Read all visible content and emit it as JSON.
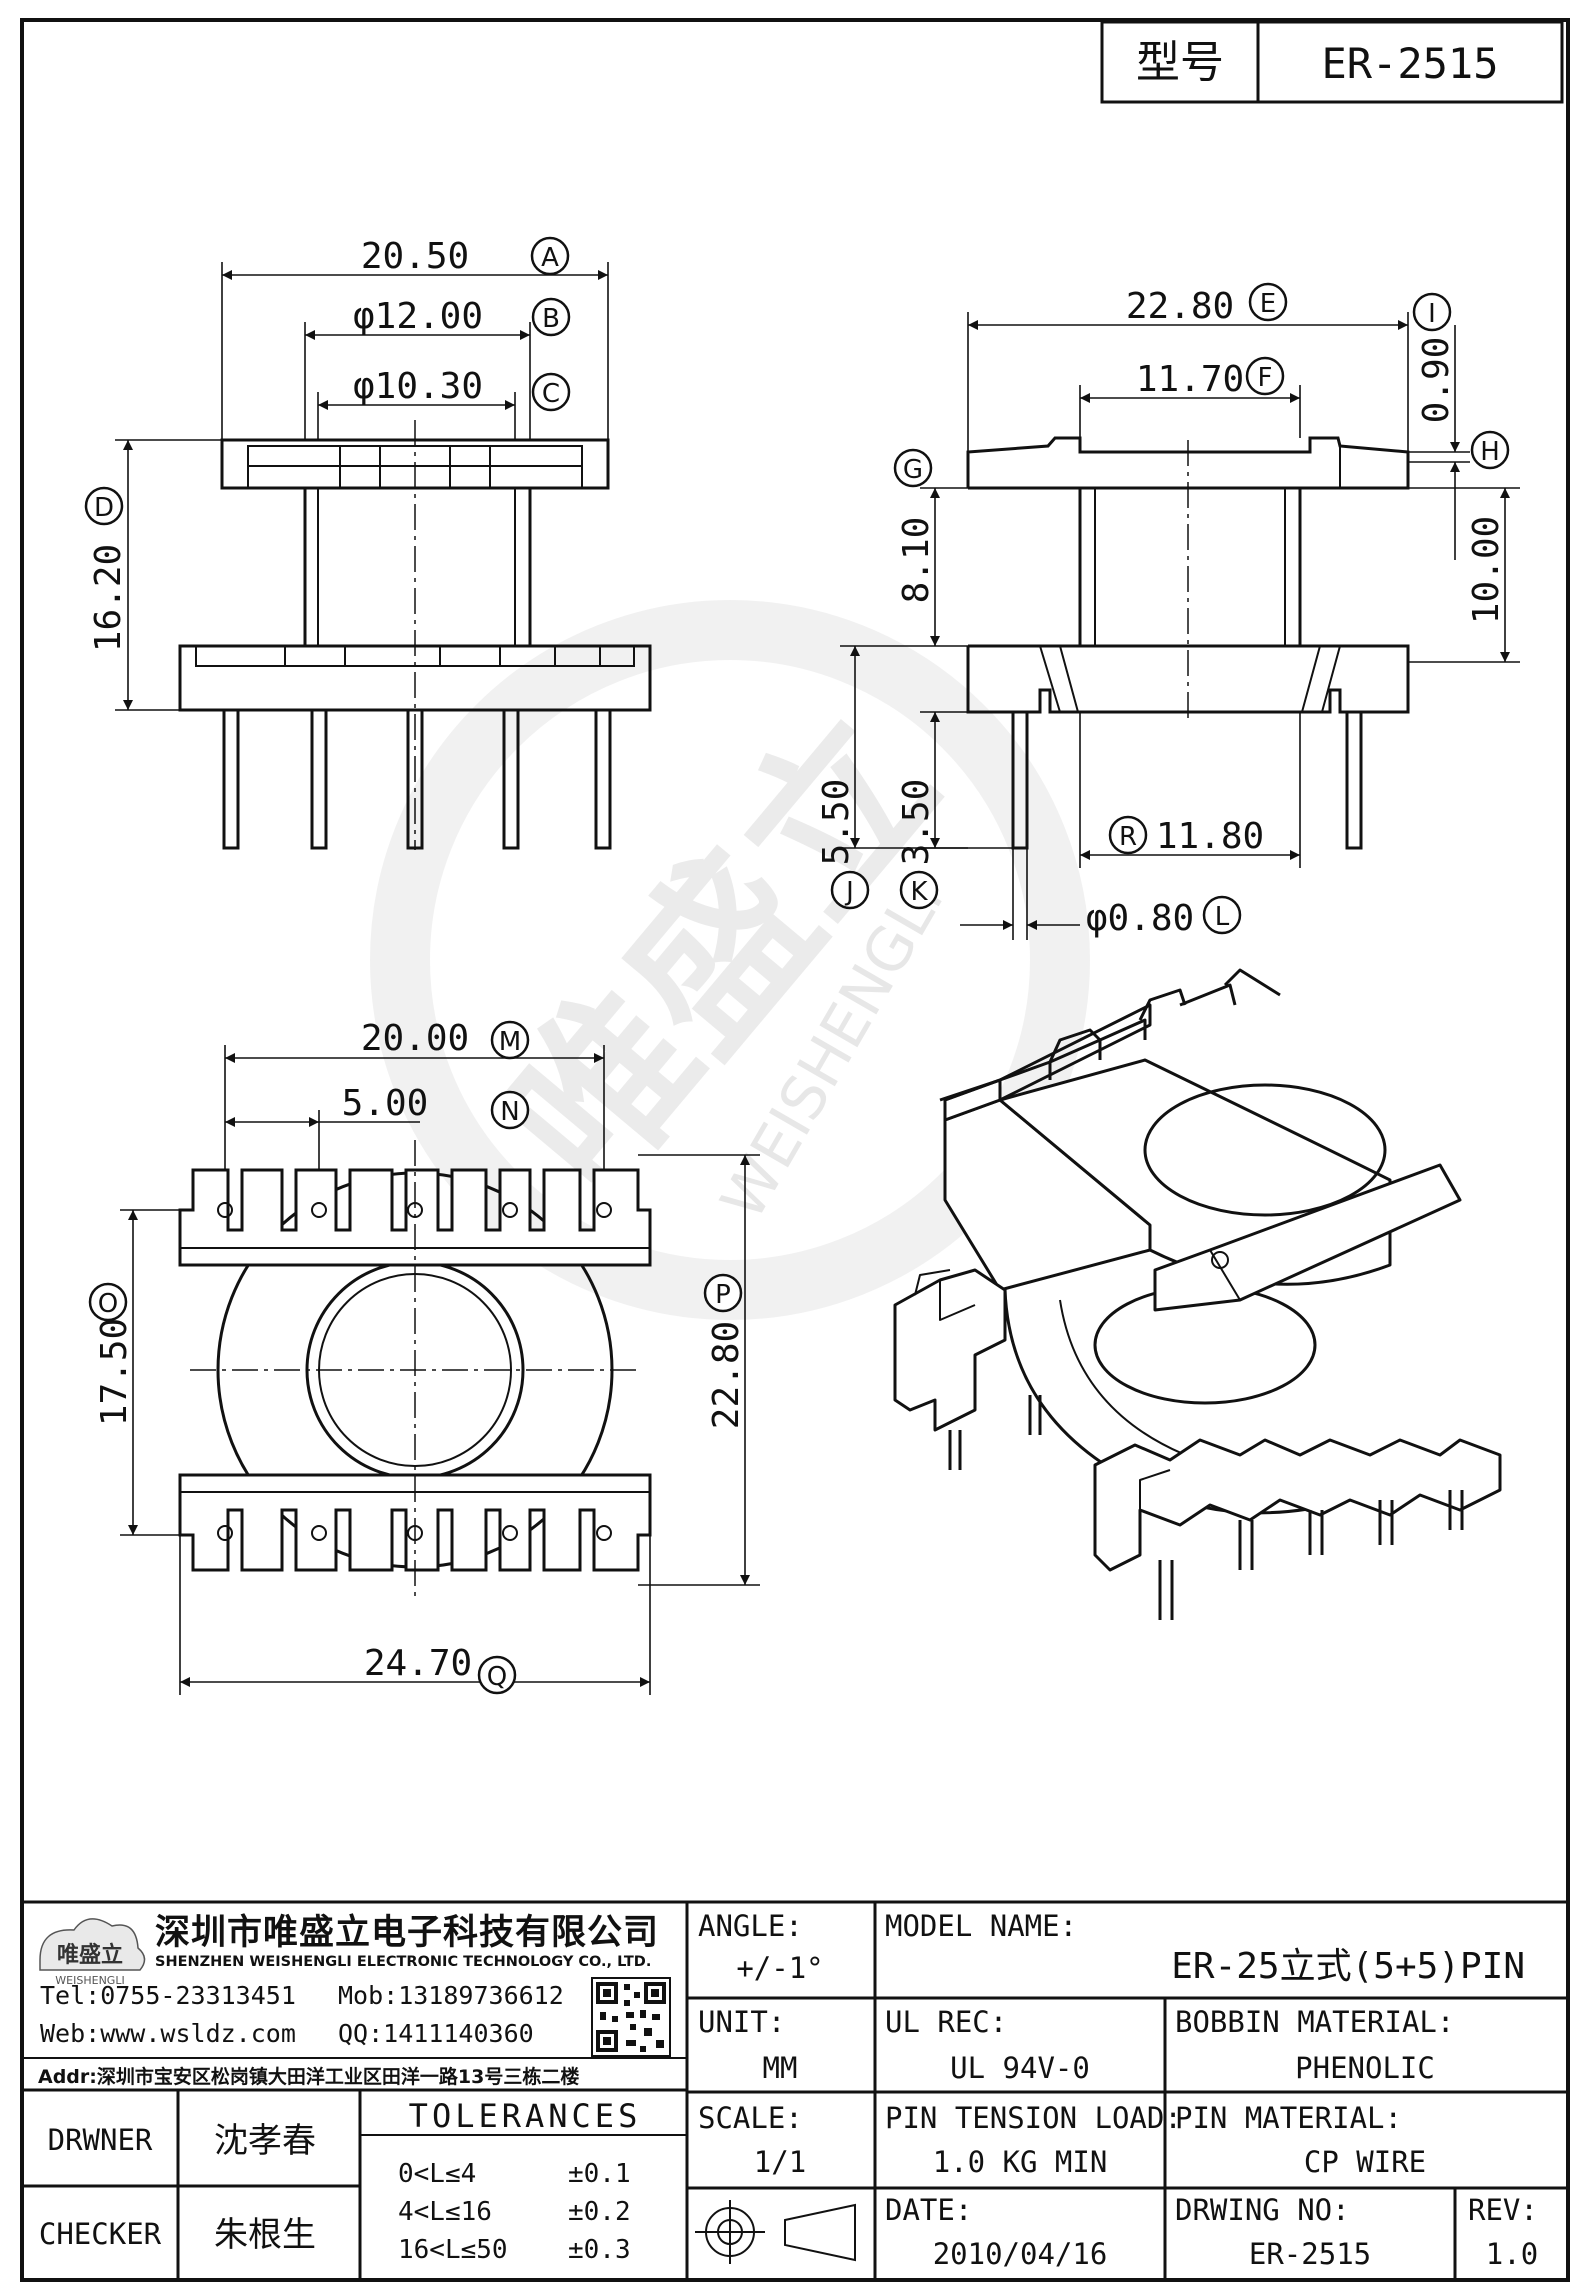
{
  "header": {
    "label": "型号",
    "model": "ER-2515"
  },
  "dimensions": {
    "A": "20.50",
    "B": "φ12.00",
    "C": "φ10.30",
    "D": "16.20",
    "E": "22.80",
    "F": "11.70",
    "G": "8.10",
    "H": "10.00",
    "I": "0.90",
    "J": "5.50",
    "K": "3.50",
    "L": "φ0.80",
    "R": "11.80",
    "M": "20.00",
    "N": "5.00",
    "O": "17.50",
    "P": "22.80",
    "Q": "24.70"
  },
  "watermark": {
    "brand": "唯盛立",
    "sub": "WEISHENGLI"
  },
  "company": {
    "logo": "唯盛立",
    "logo_sub": "WEISHENGLI",
    "name_cn": "深圳市唯盛立电子科技有限公司",
    "name_en": "SHENZHEN WEISHENGLI ELECTRONIC TECHNOLOGY CO., LTD.",
    "tel": "Tel:0755-23313451",
    "mob": "Mob:13189736612",
    "web": "Web:www.wsldz.com",
    "qq": "QQ:1411140360",
    "addr": "Addr:深圳市宝安区松岗镇大田洋工业区田洋一路13号三栋二楼"
  },
  "titleblock": {
    "angle_label": "ANGLE:",
    "angle_value": "+/-1°",
    "model_name_label": "MODEL NAME:",
    "model_name_value": "ER-25立式(5+5)PIN",
    "unit_label": "UNIT:",
    "unit_value": "MM",
    "ul_label": "UL REC:",
    "ul_value": "UL 94V-0",
    "bobbin_label": "BOBBIN MATERIAL:",
    "bobbin_value": "PHENOLIC",
    "drawer_label": "DRWNER",
    "drawer_value": "沈孝春",
    "checker_label": "CHECKER",
    "checker_value": "朱根生",
    "tolerances_title": "TOLERANCES",
    "tol1_range": "0<L≤4",
    "tol1_value": "±0.1",
    "tol2_range": "4<L≤16",
    "tol2_value": "±0.2",
    "tol3_range": "16<L≤50",
    "tol3_value": "±0.3",
    "scale_label": "SCALE:",
    "scale_value": "1/1",
    "pin_tension_label": "PIN TENSION LOAD:",
    "pin_tension_value": "1.0 KG MIN",
    "pin_material_label": "PIN MATERIAL:",
    "pin_material_value": "CP WIRE",
    "date_label": "DATE:",
    "date_value": "2010/04/16",
    "drawing_no_label": "DRWING NO:",
    "drawing_no_value": "ER-2515",
    "rev_label": "REV:",
    "rev_value": "1.0"
  }
}
